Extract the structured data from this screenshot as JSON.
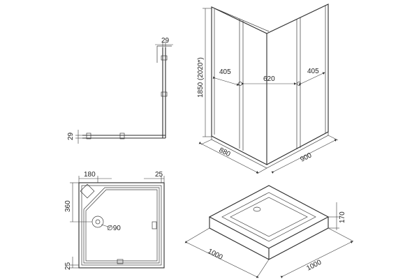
{
  "top_view": {
    "dim_side_right": "29",
    "dim_side_left": "29"
  },
  "enclosure": {
    "height": "1850 (2020*)",
    "door_left": "405",
    "door_center": "620",
    "door_right": "405",
    "base_left": "880",
    "base_right": "900"
  },
  "tray_plan": {
    "dim_top_left": "180",
    "dim_top_right": "25",
    "dim_left_top": "360",
    "dim_left_bottom": "25",
    "drain": "∅90"
  },
  "tray_3d": {
    "height": "170",
    "length_left": "1000",
    "length_right": "1000"
  }
}
